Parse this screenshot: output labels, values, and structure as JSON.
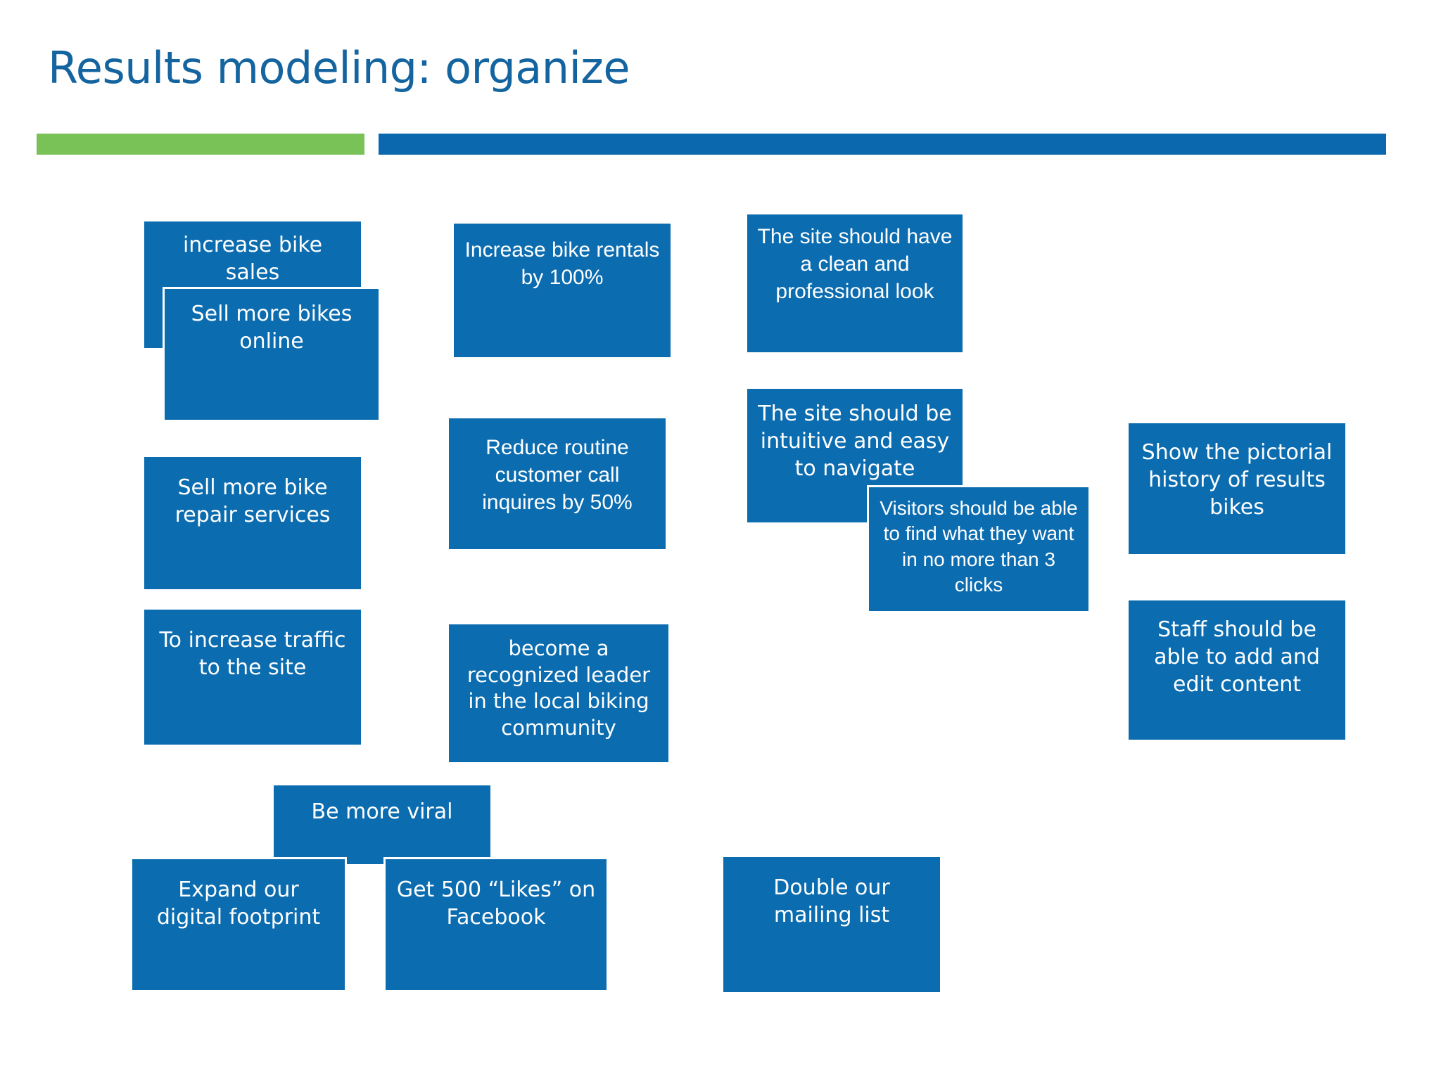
{
  "slide": {
    "title": "Results modeling: organize",
    "background_color": "#ffffff",
    "title_color": "#1464A0",
    "accent_green": "#79C257",
    "accent_blue": "#0B68AE",
    "node_fill": "#0B6CB0",
    "node_text_color": "#ffffff"
  },
  "nodes": {
    "increase_bike_sales": "increase bike sales",
    "sell_more_bikes_online": "Sell more bikes online",
    "sell_more_bike_repair_services": "Sell more bike repair services",
    "to_increase_traffic": "To increase traffic to the site",
    "increase_bike_rentals": "Increase bike rentals by 100%",
    "reduce_routine_calls": "Reduce routine customer call inquires by 50%",
    "become_recognized_leader": "become a recognized leader in the local biking community",
    "site_clean_professional": "The site should have a clean and professional look",
    "site_intuitive_navigate": "The site should be intuitive and easy to navigate",
    "visitors_three_clicks": "Visitors should be able to find what they want in no more than 3 clicks",
    "show_pictorial_history": "Show the pictorial history of results bikes",
    "staff_edit_content": "Staff should be able to add and edit content",
    "be_more_viral": "Be more viral",
    "expand_digital_footprint": "Expand our digital footprint",
    "get_500_likes": "Get 500 “Likes” on Facebook",
    "double_mailing_list": "Double our mailing list"
  }
}
